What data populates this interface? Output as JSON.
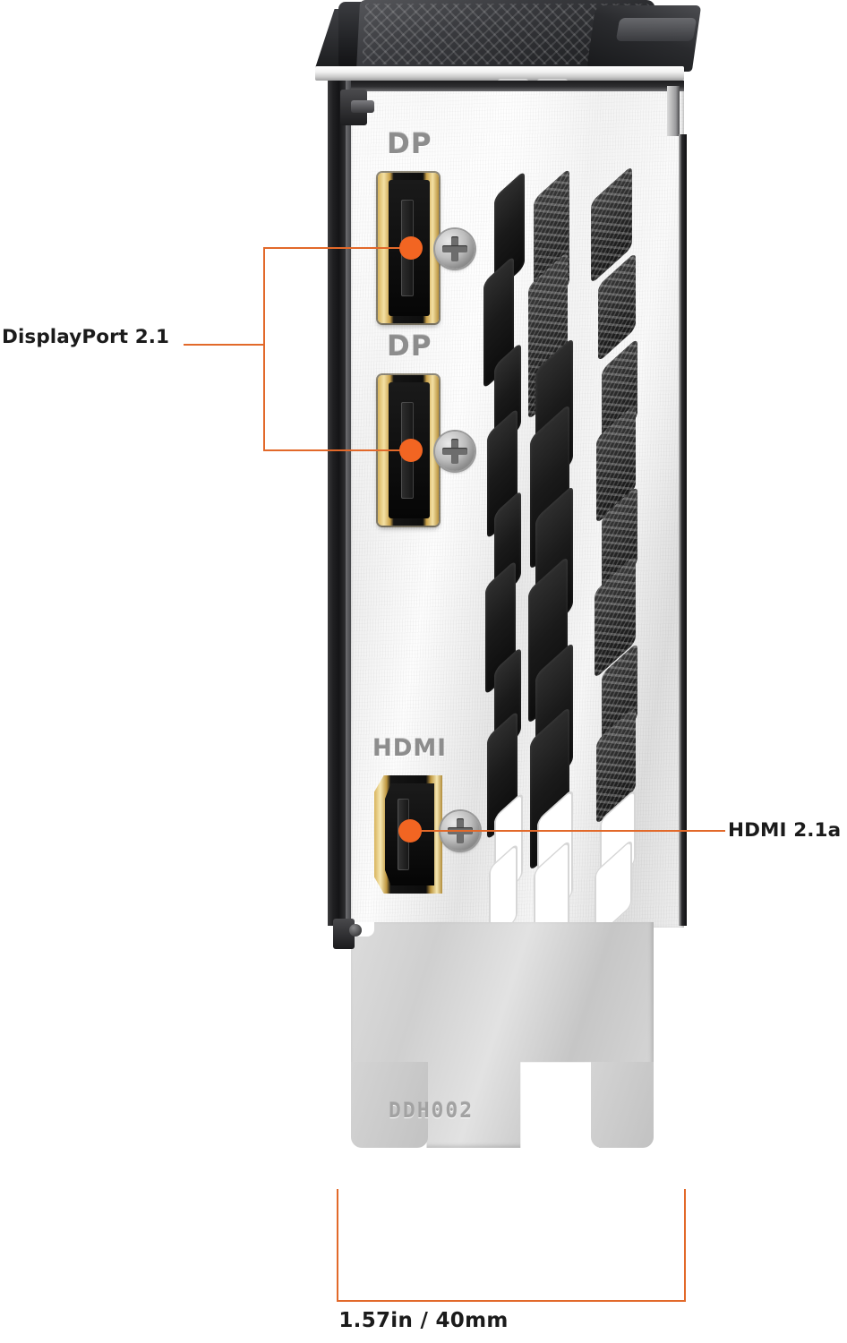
{
  "product": {
    "type": "graphics-card-io-bracket-diagram",
    "serial_engraving": "DDH002"
  },
  "port_captions": {
    "dp_top": "DP",
    "dp_bottom": "DP",
    "hdmi": "HDMI"
  },
  "callouts": [
    {
      "id": "displayport",
      "label": "DisplayPort 2.1",
      "side": "left",
      "targets": 2
    },
    {
      "id": "hdmi",
      "label": "HDMI 2.1a",
      "side": "right",
      "targets": 1
    }
  ],
  "dimension": {
    "label": "1.57in / 40mm",
    "inches": "1.57in",
    "millimeters": "40mm"
  },
  "colors": {
    "accent": "#e2692a",
    "marker_dot": "#f26522",
    "text": "#1b1b1b",
    "bracket_silver": "#ededed",
    "shroud_dark": "#27282b",
    "port_gold": "#caa24a",
    "engraving_gray": "#8d8d8d"
  }
}
